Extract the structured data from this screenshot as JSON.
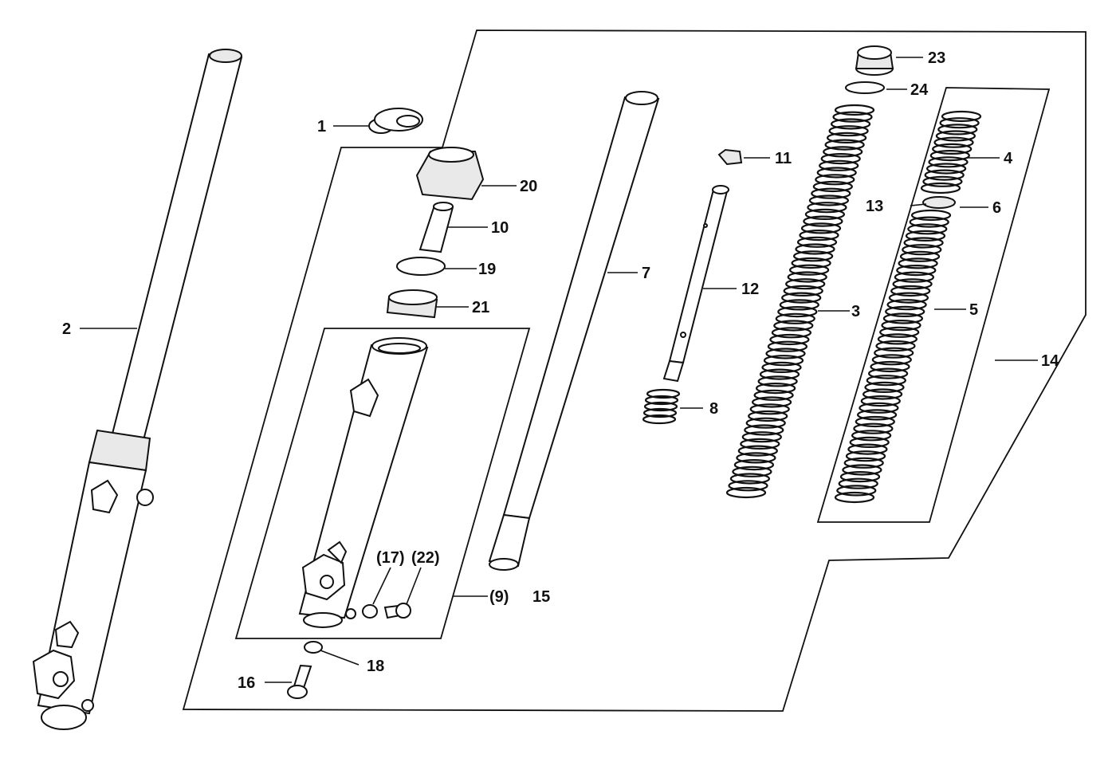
{
  "diagram": {
    "labels": {
      "p1": "1",
      "p2": "2",
      "p3": "3",
      "p4": "4",
      "p5": "5",
      "p6": "6",
      "p7": "7",
      "p8": "8",
      "p9": "(9)",
      "p10": "10",
      "p11": "11",
      "p12": "12",
      "p13": "13",
      "p14": "14",
      "p15": "15",
      "p16": "16",
      "p17": "(17)",
      "p18": "18",
      "p19": "19",
      "p20": "20",
      "p21": "21",
      "p22": "(22)",
      "p23": "23",
      "p24": "24"
    }
  }
}
